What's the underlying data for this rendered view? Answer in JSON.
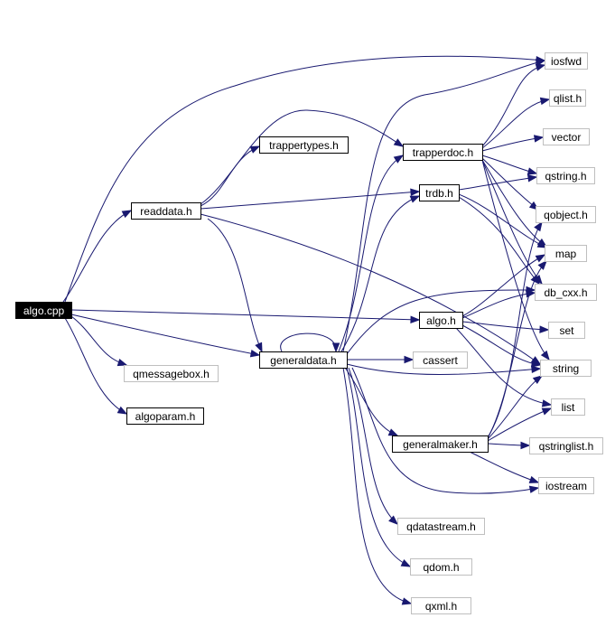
{
  "diagram": {
    "colors": {
      "edge": "#191970",
      "root_fill": "#000000",
      "root_text": "#ffffff",
      "documented_border": "#000000",
      "external_border": "#bfbfbf",
      "background": "#ffffff"
    },
    "nodes": [
      {
        "id": "algo_cpp",
        "label": "algo.cpp",
        "kind": "root"
      },
      {
        "id": "readdata_h",
        "label": "readdata.h",
        "kind": "documented"
      },
      {
        "id": "trappertypes_h",
        "label": "trappertypes.h",
        "kind": "documented"
      },
      {
        "id": "trapperdoc_h",
        "label": "trapperdoc.h",
        "kind": "documented"
      },
      {
        "id": "trdb_h",
        "label": "trdb.h",
        "kind": "documented"
      },
      {
        "id": "algo_h",
        "label": "algo.h",
        "kind": "documented"
      },
      {
        "id": "generaldata_h",
        "label": "generaldata.h",
        "kind": "documented"
      },
      {
        "id": "generalmaker_h",
        "label": "generalmaker.h",
        "kind": "documented"
      },
      {
        "id": "algoparam_h",
        "label": "algoparam.h",
        "kind": "documented"
      },
      {
        "id": "qmessagebox_h",
        "label": "qmessagebox.h",
        "kind": "external"
      },
      {
        "id": "iosfwd",
        "label": "iosfwd",
        "kind": "external"
      },
      {
        "id": "qlist_h",
        "label": "qlist.h",
        "kind": "external"
      },
      {
        "id": "vector",
        "label": "vector",
        "kind": "external"
      },
      {
        "id": "qstring_h",
        "label": "qstring.h",
        "kind": "external"
      },
      {
        "id": "qobject_h",
        "label": "qobject.h",
        "kind": "external"
      },
      {
        "id": "map",
        "label": "map",
        "kind": "external"
      },
      {
        "id": "db_cxx_h",
        "label": "db_cxx.h",
        "kind": "external"
      },
      {
        "id": "set",
        "label": "set",
        "kind": "external"
      },
      {
        "id": "string",
        "label": "string",
        "kind": "external"
      },
      {
        "id": "cassert",
        "label": "cassert",
        "kind": "external"
      },
      {
        "id": "list",
        "label": "list",
        "kind": "external"
      },
      {
        "id": "qstringlist_h",
        "label": "qstringlist.h",
        "kind": "external"
      },
      {
        "id": "iostream",
        "label": "iostream",
        "kind": "external"
      },
      {
        "id": "qdatastream_h",
        "label": "qdatastream.h",
        "kind": "external"
      },
      {
        "id": "qdom_h",
        "label": "qdom.h",
        "kind": "external"
      },
      {
        "id": "qxml_h",
        "label": "qxml.h",
        "kind": "external"
      }
    ],
    "edges": [
      {
        "from": "algo_cpp",
        "to": "readdata_h"
      },
      {
        "from": "algo_cpp",
        "to": "iosfwd"
      },
      {
        "from": "algo_cpp",
        "to": "algo_h"
      },
      {
        "from": "algo_cpp",
        "to": "generaldata_h"
      },
      {
        "from": "algo_cpp",
        "to": "qmessagebox_h"
      },
      {
        "from": "algo_cpp",
        "to": "algoparam_h"
      },
      {
        "from": "readdata_h",
        "to": "trappertypes_h"
      },
      {
        "from": "readdata_h",
        "to": "trapperdoc_h"
      },
      {
        "from": "readdata_h",
        "to": "trdb_h"
      },
      {
        "from": "readdata_h",
        "to": "generaldata_h"
      },
      {
        "from": "readdata_h",
        "to": "string"
      },
      {
        "from": "trapperdoc_h",
        "to": "iosfwd"
      },
      {
        "from": "trapperdoc_h",
        "to": "qlist_h"
      },
      {
        "from": "trapperdoc_h",
        "to": "vector"
      },
      {
        "from": "trapperdoc_h",
        "to": "qstring_h"
      },
      {
        "from": "trapperdoc_h",
        "to": "qobject_h"
      },
      {
        "from": "trapperdoc_h",
        "to": "map"
      },
      {
        "from": "trapperdoc_h",
        "to": "db_cxx_h"
      },
      {
        "from": "trapperdoc_h",
        "to": "string"
      },
      {
        "from": "trdb_h",
        "to": "qstring_h"
      },
      {
        "from": "trdb_h",
        "to": "map"
      },
      {
        "from": "trdb_h",
        "to": "db_cxx_h"
      },
      {
        "from": "algo_h",
        "to": "db_cxx_h"
      },
      {
        "from": "algo_h",
        "to": "set"
      },
      {
        "from": "algo_h",
        "to": "string"
      },
      {
        "from": "algo_h",
        "to": "list"
      },
      {
        "from": "algo_h",
        "to": "map"
      },
      {
        "from": "generaldata_h",
        "to": "generaldata_h"
      },
      {
        "from": "generaldata_h",
        "to": "iosfwd"
      },
      {
        "from": "generaldata_h",
        "to": "trapperdoc_h"
      },
      {
        "from": "generaldata_h",
        "to": "trdb_h"
      },
      {
        "from": "generaldata_h",
        "to": "db_cxx_h"
      },
      {
        "from": "generaldata_h",
        "to": "cassert"
      },
      {
        "from": "generaldata_h",
        "to": "string"
      },
      {
        "from": "generaldata_h",
        "to": "generalmaker_h"
      },
      {
        "from": "generaldata_h",
        "to": "iostream"
      },
      {
        "from": "generaldata_h",
        "to": "qdatastream_h"
      },
      {
        "from": "generaldata_h",
        "to": "qdom_h"
      },
      {
        "from": "generaldata_h",
        "to": "qxml_h"
      },
      {
        "from": "generalmaker_h",
        "to": "qobject_h"
      },
      {
        "from": "generalmaker_h",
        "to": "map"
      },
      {
        "from": "generalmaker_h",
        "to": "string"
      },
      {
        "from": "generalmaker_h",
        "to": "list"
      },
      {
        "from": "generalmaker_h",
        "to": "qstringlist_h"
      },
      {
        "from": "generalmaker_h",
        "to": "iostream"
      }
    ]
  }
}
